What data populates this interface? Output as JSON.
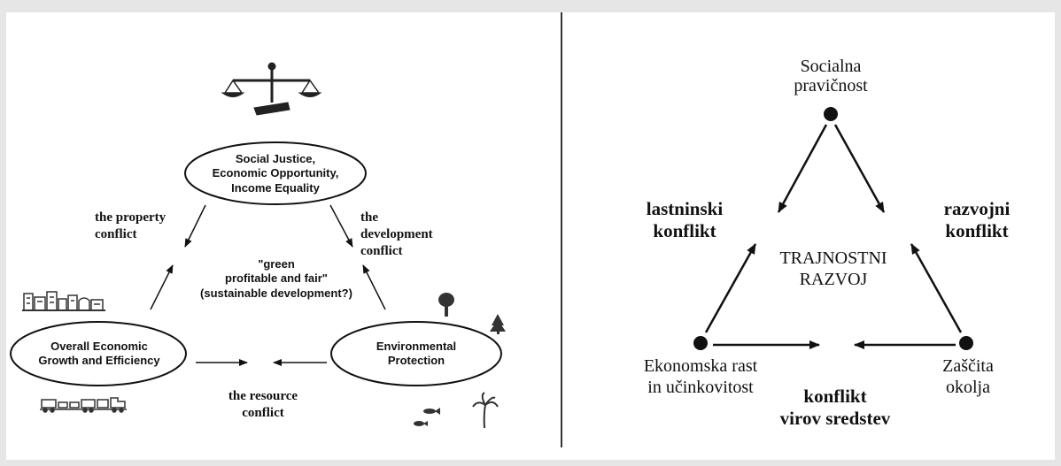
{
  "left": {
    "top_node": [
      "Social Justice,",
      "Economic Opportunity,",
      "Income Equality"
    ],
    "left_node": [
      "Overall Economic",
      "Growth and Efficiency"
    ],
    "right_node": [
      "Environmental",
      "Protection"
    ],
    "center_text": [
      "\"green",
      "profitable and fair\"",
      "(sustainable development?)"
    ],
    "conflict_property": [
      "the property",
      "conflict"
    ],
    "conflict_development": [
      "the",
      "development",
      "conflict"
    ],
    "conflict_resource": [
      "the resource",
      "conflict"
    ],
    "icons": [
      "scales-of-justice-icon",
      "city-buildings-icon",
      "tree-icon",
      "pine-tree-icon",
      "fish-icon",
      "palm-tree-icon",
      "train-icon"
    ]
  },
  "right": {
    "top_node": [
      "Socialna",
      "pravičnost"
    ],
    "left_node": [
      "Ekonomska rast",
      "in učinkovitost"
    ],
    "right_node": [
      "Zaščita",
      "okolja"
    ],
    "center_text": [
      "TRAJNOSTNI",
      "RAZVOJ"
    ],
    "conflict_property": [
      "lastninski",
      "konflikt"
    ],
    "conflict_development": [
      "razvojni",
      "konflikt"
    ],
    "conflict_resource": [
      "konflikt",
      "virov sredstev"
    ]
  }
}
